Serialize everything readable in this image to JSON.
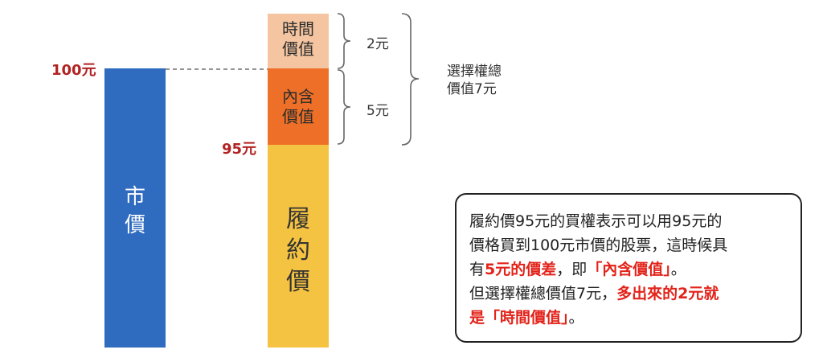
{
  "colors": {
    "market": "#2f6bbf",
    "strike": "#f5c342",
    "intrinsic": "#ee7028",
    "time": "#f4c5a0",
    "price_label": "#b22222",
    "highlight": "#e2231a"
  },
  "labels": {
    "market_price": "市價",
    "strike_price": "履約價",
    "time_value": "時間價值",
    "intrinsic_value": "內含價值",
    "price_100": "100元",
    "price_95": "95元",
    "time_amount": "2元",
    "intrinsic_amount": "5元",
    "total_value_line1": "選擇權總",
    "total_value_line2": "價值7元"
  },
  "note": {
    "l1": "履約價95元的買權表示可以用95元的",
    "l2": "價格買到100元市價的股票，這時候具",
    "l3a": "有",
    "l3b": "5元的價差",
    "l3c": "，即",
    "l3d": "「內含價值」",
    "l3e": "。",
    "l4a": "但選擇權總價值7元，",
    "l4b": "多出來的2元就",
    "l5a": "是「時間價值」",
    "l5b": "。"
  }
}
